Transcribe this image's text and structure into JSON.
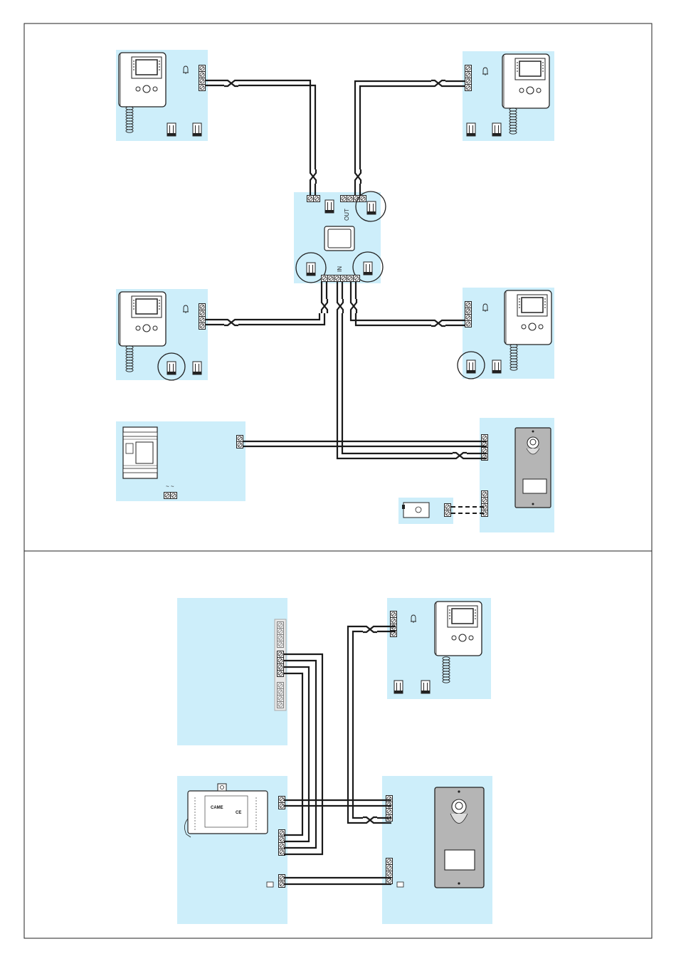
{
  "panels": [
    {
      "name": "top-panel"
    },
    {
      "name": "bottom-panel"
    }
  ],
  "distributor": {
    "out_label": "OUT",
    "in_label": "IN"
  },
  "controller": {
    "brand_label": "CAME",
    "ce_label": "CE"
  },
  "power_supply": {
    "ac_label": "~ ~"
  },
  "colors": {
    "zone_fill": "#cdeefa",
    "wire": "#1a1a1a",
    "panel_border": "#222222",
    "plate_fill": "#b5b5b5"
  },
  "icons": [
    "video-monitor-icon",
    "handset-cord-icon",
    "bell-icon",
    "terminal-block-icon",
    "jumper-icon",
    "camera-icon",
    "door-lock-icon",
    "power-supply-icon",
    "controller-board-icon",
    "distributor-icon"
  ]
}
